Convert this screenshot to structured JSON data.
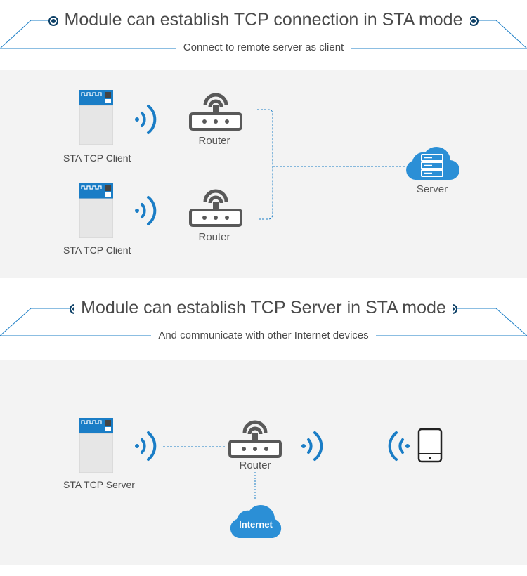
{
  "section1": {
    "title": "Module can establish TCP connection in STA mode",
    "subtitle": "Connect to remote server as client",
    "client1_label": "STA TCP Client",
    "client2_label": "STA  TCP Client",
    "router1_label": "Router",
    "router2_label": "Router",
    "server_label": "Server"
  },
  "section2": {
    "title": "Module can establish TCP Server in STA mode",
    "subtitle": "And communicate with other Internet devices",
    "server_label": "STA  TCP Server",
    "router_label": "Router",
    "internet_label": "Internet"
  },
  "colors": {
    "accent_blue": "#1a7dc6",
    "dark_navy": "#0c3f66",
    "panel_bg": "#f3f3f3",
    "router_gray": "#595959",
    "module_board": "#e8e8e8"
  },
  "icons": [
    "module-icon",
    "wifi-icon",
    "router-icon",
    "cloud-server-icon",
    "cloud-icon",
    "phone-icon"
  ]
}
